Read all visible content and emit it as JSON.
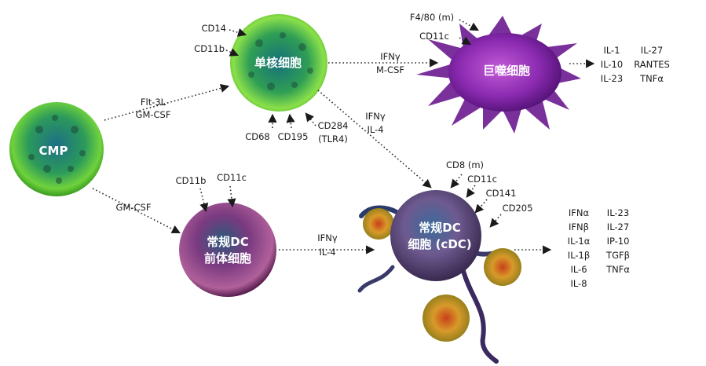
{
  "cells": {
    "cmp": "CMP",
    "monocyte": "单核细胞",
    "macrophage": "巨噬细胞",
    "pre_cdc": [
      "常规DC",
      "前体细胞"
    ],
    "cdc": [
      "常规DC",
      "细胞 (cDC)"
    ]
  },
  "edges": {
    "cmp_to_monocyte": [
      "Flt-3L",
      "GM-CSF"
    ],
    "cmp_to_pre_cdc": [
      "GM-CSF"
    ],
    "monocyte_to_macrophage": [
      "IFNγ",
      "M-CSF"
    ],
    "monocyte_to_cdc": [
      "IFNγ",
      "IL-4"
    ],
    "pre_cdc_to_cdc": [
      "IFNγ",
      "IL-4"
    ]
  },
  "markers": {
    "monocyte_top": [
      "CD14",
      "CD11b"
    ],
    "monocyte_bottom": [
      "CD68",
      "CD195",
      "CD284",
      "(TLR4)"
    ],
    "macrophage": [
      "F4/80 (m)",
      "CD11c"
    ],
    "pre_cdc": [
      "CD11b",
      "CD11c"
    ],
    "cdc": [
      "CD8 (m)",
      "CD11c",
      "CD141",
      "CD205"
    ]
  },
  "cytokines": {
    "macrophage": {
      "col1": [
        "IL-1",
        "IL-10",
        "IL-23"
      ],
      "col2": [
        "IL-27",
        "RANTES",
        "TNFα"
      ]
    },
    "cdc": {
      "col1": [
        "IFNα",
        "IFNβ",
        "IL-1α",
        "IL-1β",
        "IL-6",
        "IL-8"
      ],
      "col2": [
        "IL-23",
        "IL-27",
        "IP-10",
        "TGFβ",
        "TNFα"
      ]
    }
  },
  "colors": {
    "green_cell": "#5cc832",
    "green_cell_core": "#1f8c8c",
    "purple_cell": "#8a2ab0",
    "pre_cdc_cell": "#7a3a80",
    "cdc_cell": "#6e5a90",
    "yellow_cell": "#d8b830"
  }
}
